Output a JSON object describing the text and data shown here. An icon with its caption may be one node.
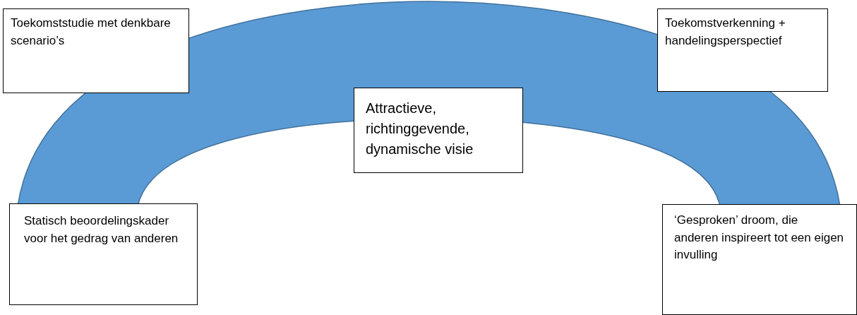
{
  "diagram": {
    "nodes": [
      {
        "text": [
          "Toekomststudie met denkbare scenario’s"
        ]
      },
      {
        "text": [
          "Toekomstverkenning + handelingsperspectief"
        ]
      },
      {
        "text": [
          "Attractieve, richtinggevende, dynamische visie"
        ]
      },
      {
        "text": [
          "Statisch beoordelingskader voor het gedrag van anderen"
        ]
      },
      {
        "text": [
          "‘Gesproken’ droom, die anderen inspireert tot een eigen invulling"
        ]
      }
    ]
  }
}
